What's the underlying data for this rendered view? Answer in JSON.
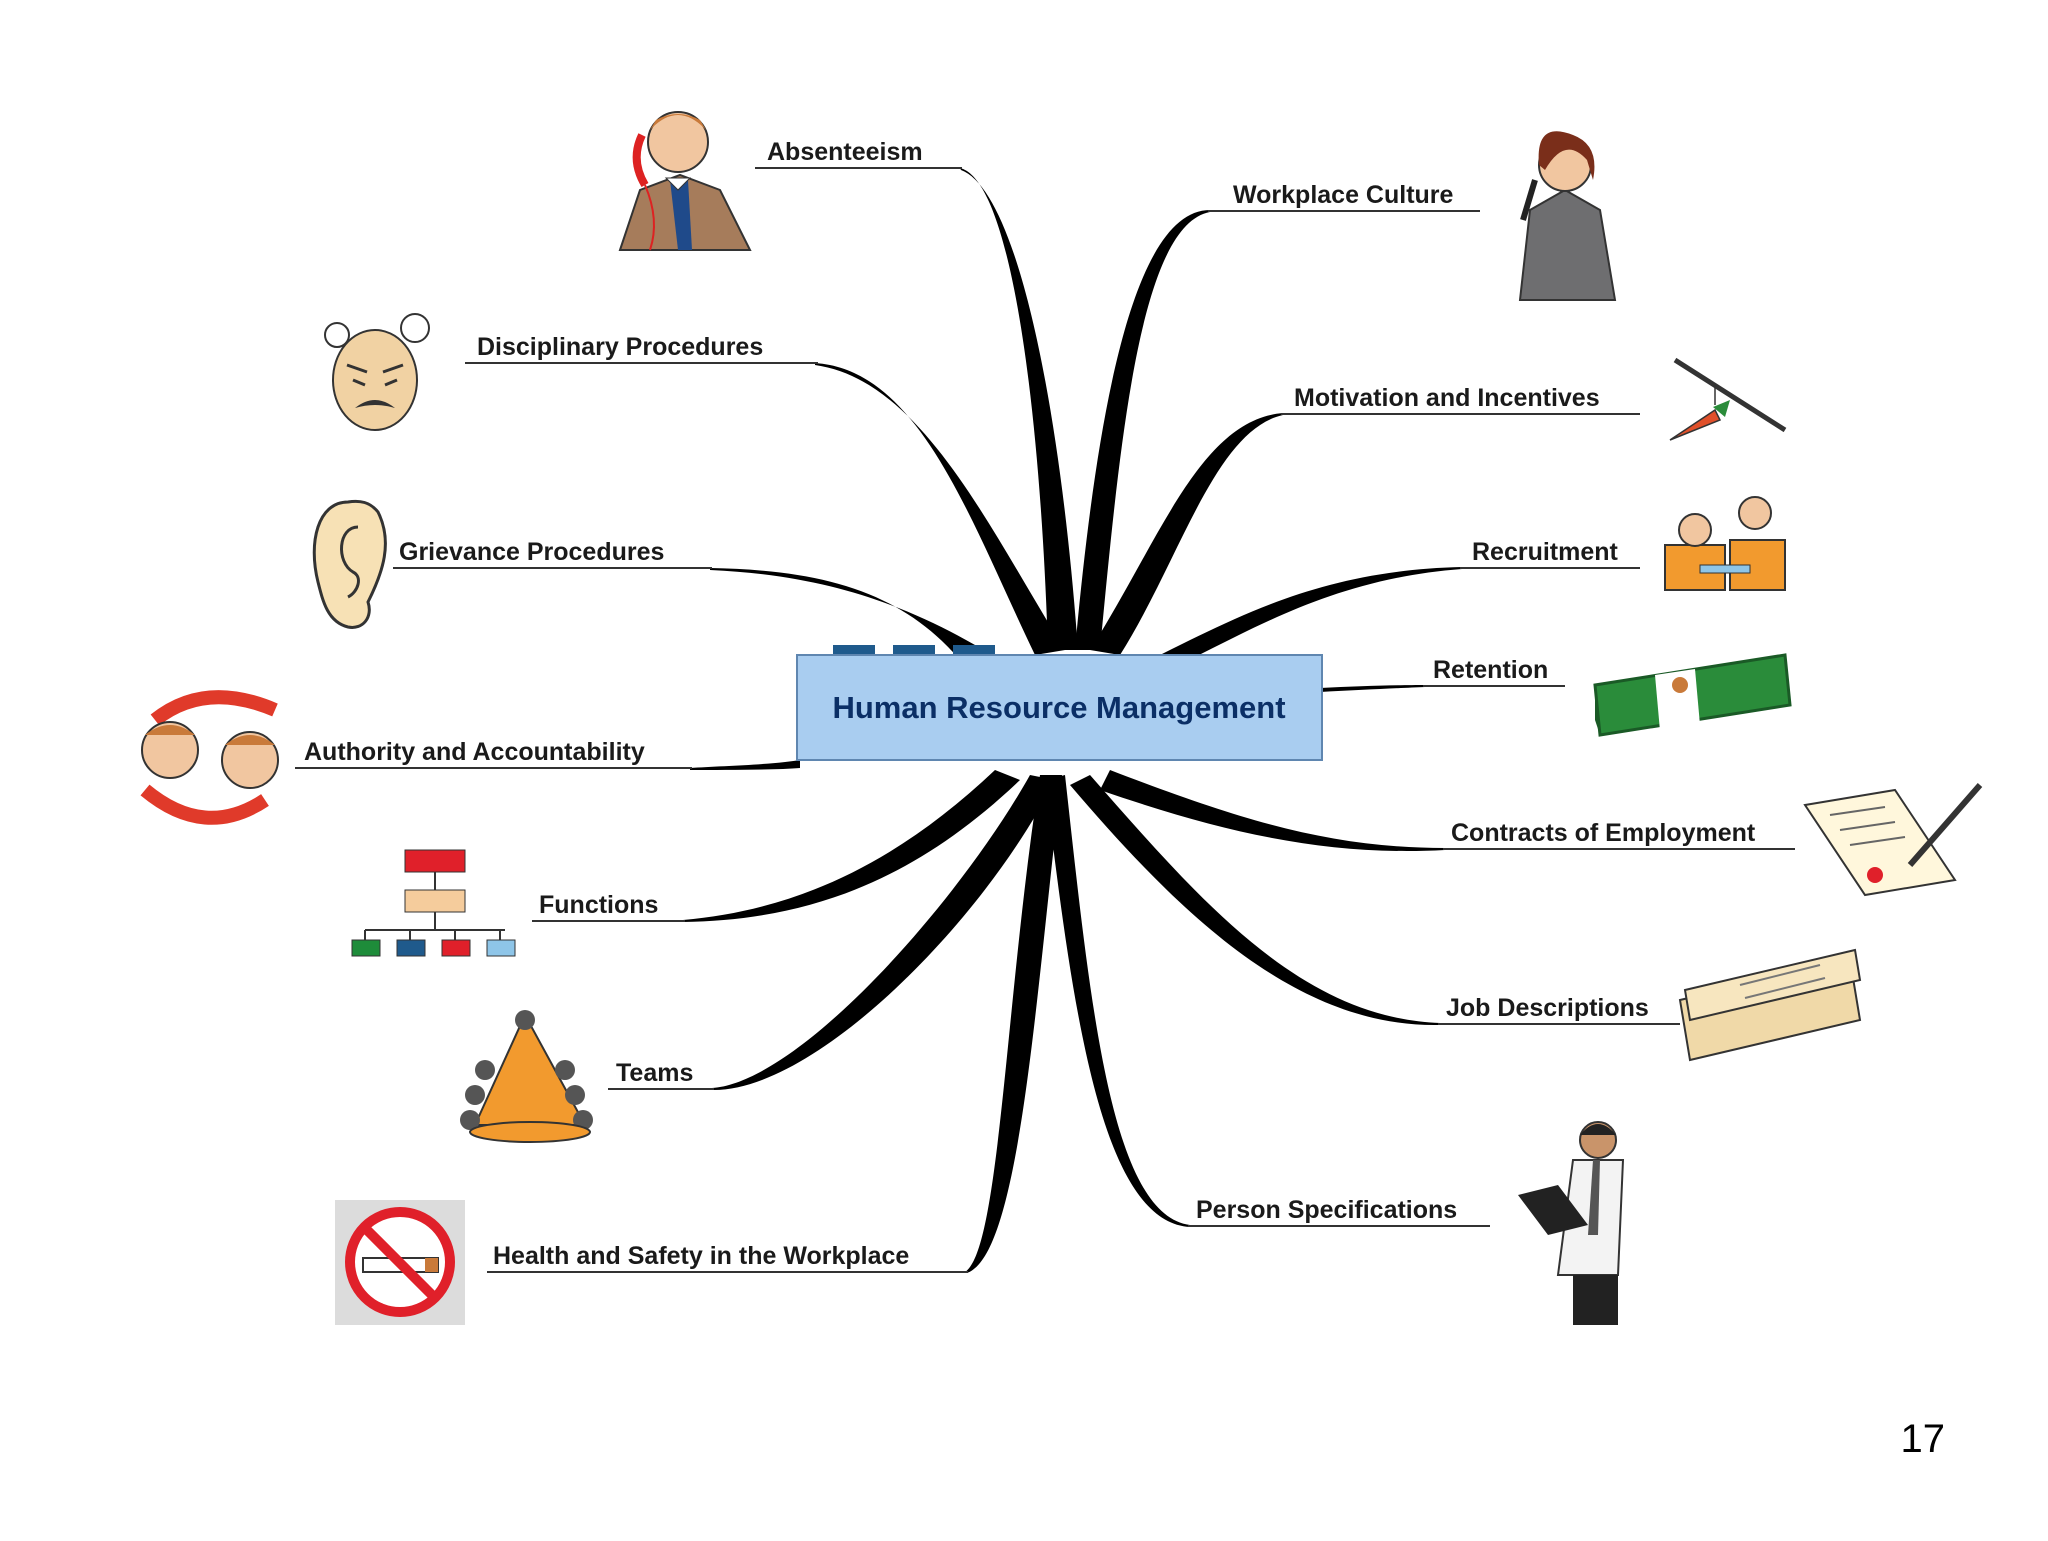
{
  "central_topic": "Human Resource Management",
  "page_number": "17",
  "colors": {
    "central_fill": "#a9cdf0",
    "central_border": "#5f86b0",
    "central_tabs": "#1f5a8c",
    "branch_stroke": "#000000",
    "underline": "#333333"
  },
  "branches": [
    {
      "id": "absenteeism",
      "label": "Absenteeism",
      "icon": "phone-call-man-icon"
    },
    {
      "id": "disciplinary",
      "label": "Disciplinary Procedures",
      "icon": "angry-face-icon"
    },
    {
      "id": "grievance",
      "label": "Grievance Procedures",
      "icon": "ear-icon"
    },
    {
      "id": "authority",
      "label": "Authority and Accountability",
      "icon": "two-people-arrows-icon"
    },
    {
      "id": "functions",
      "label": "Functions",
      "icon": "org-chart-icon"
    },
    {
      "id": "teams",
      "label": "Teams",
      "icon": "team-huddle-icon"
    },
    {
      "id": "health",
      "label": "Health and Safety in the Workplace",
      "icon": "no-smoking-icon"
    },
    {
      "id": "culture",
      "label": "Workplace Culture",
      "icon": "woman-on-phone-icon"
    },
    {
      "id": "motivation",
      "label": "Motivation and Incentives",
      "icon": "carrot-on-stick-icon"
    },
    {
      "id": "recruitment",
      "label": "Recruitment",
      "icon": "interview-icon"
    },
    {
      "id": "retention",
      "label": "Retention",
      "icon": "money-stack-icon"
    },
    {
      "id": "contracts",
      "label": "Contracts of Employment",
      "icon": "contract-pen-icon"
    },
    {
      "id": "jobdesc",
      "label": "Job Descriptions",
      "icon": "paper-stack-icon"
    },
    {
      "id": "person",
      "label": "Person Specifications",
      "icon": "man-with-laptop-icon"
    }
  ]
}
